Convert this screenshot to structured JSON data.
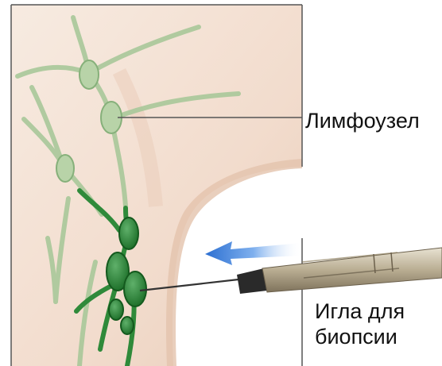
{
  "labels": {
    "lymph_node": "Лимфоузел",
    "needle_line1": "Игла для",
    "needle_line2": "биопсии"
  },
  "colors": {
    "skin_light": "#f6e8dc",
    "skin_shadow": "#e6c7b2",
    "vessel_light": "#a9c89a",
    "vessel_dark": "#2f8a3a",
    "node_dark": "#1f7a2c",
    "arrow": "#3a7fd8",
    "needle_body": "#c8bfa8",
    "frame": "#555555"
  },
  "icons": {
    "arrow": "arrow-left-icon",
    "needle": "biopsy-needle-icon"
  }
}
